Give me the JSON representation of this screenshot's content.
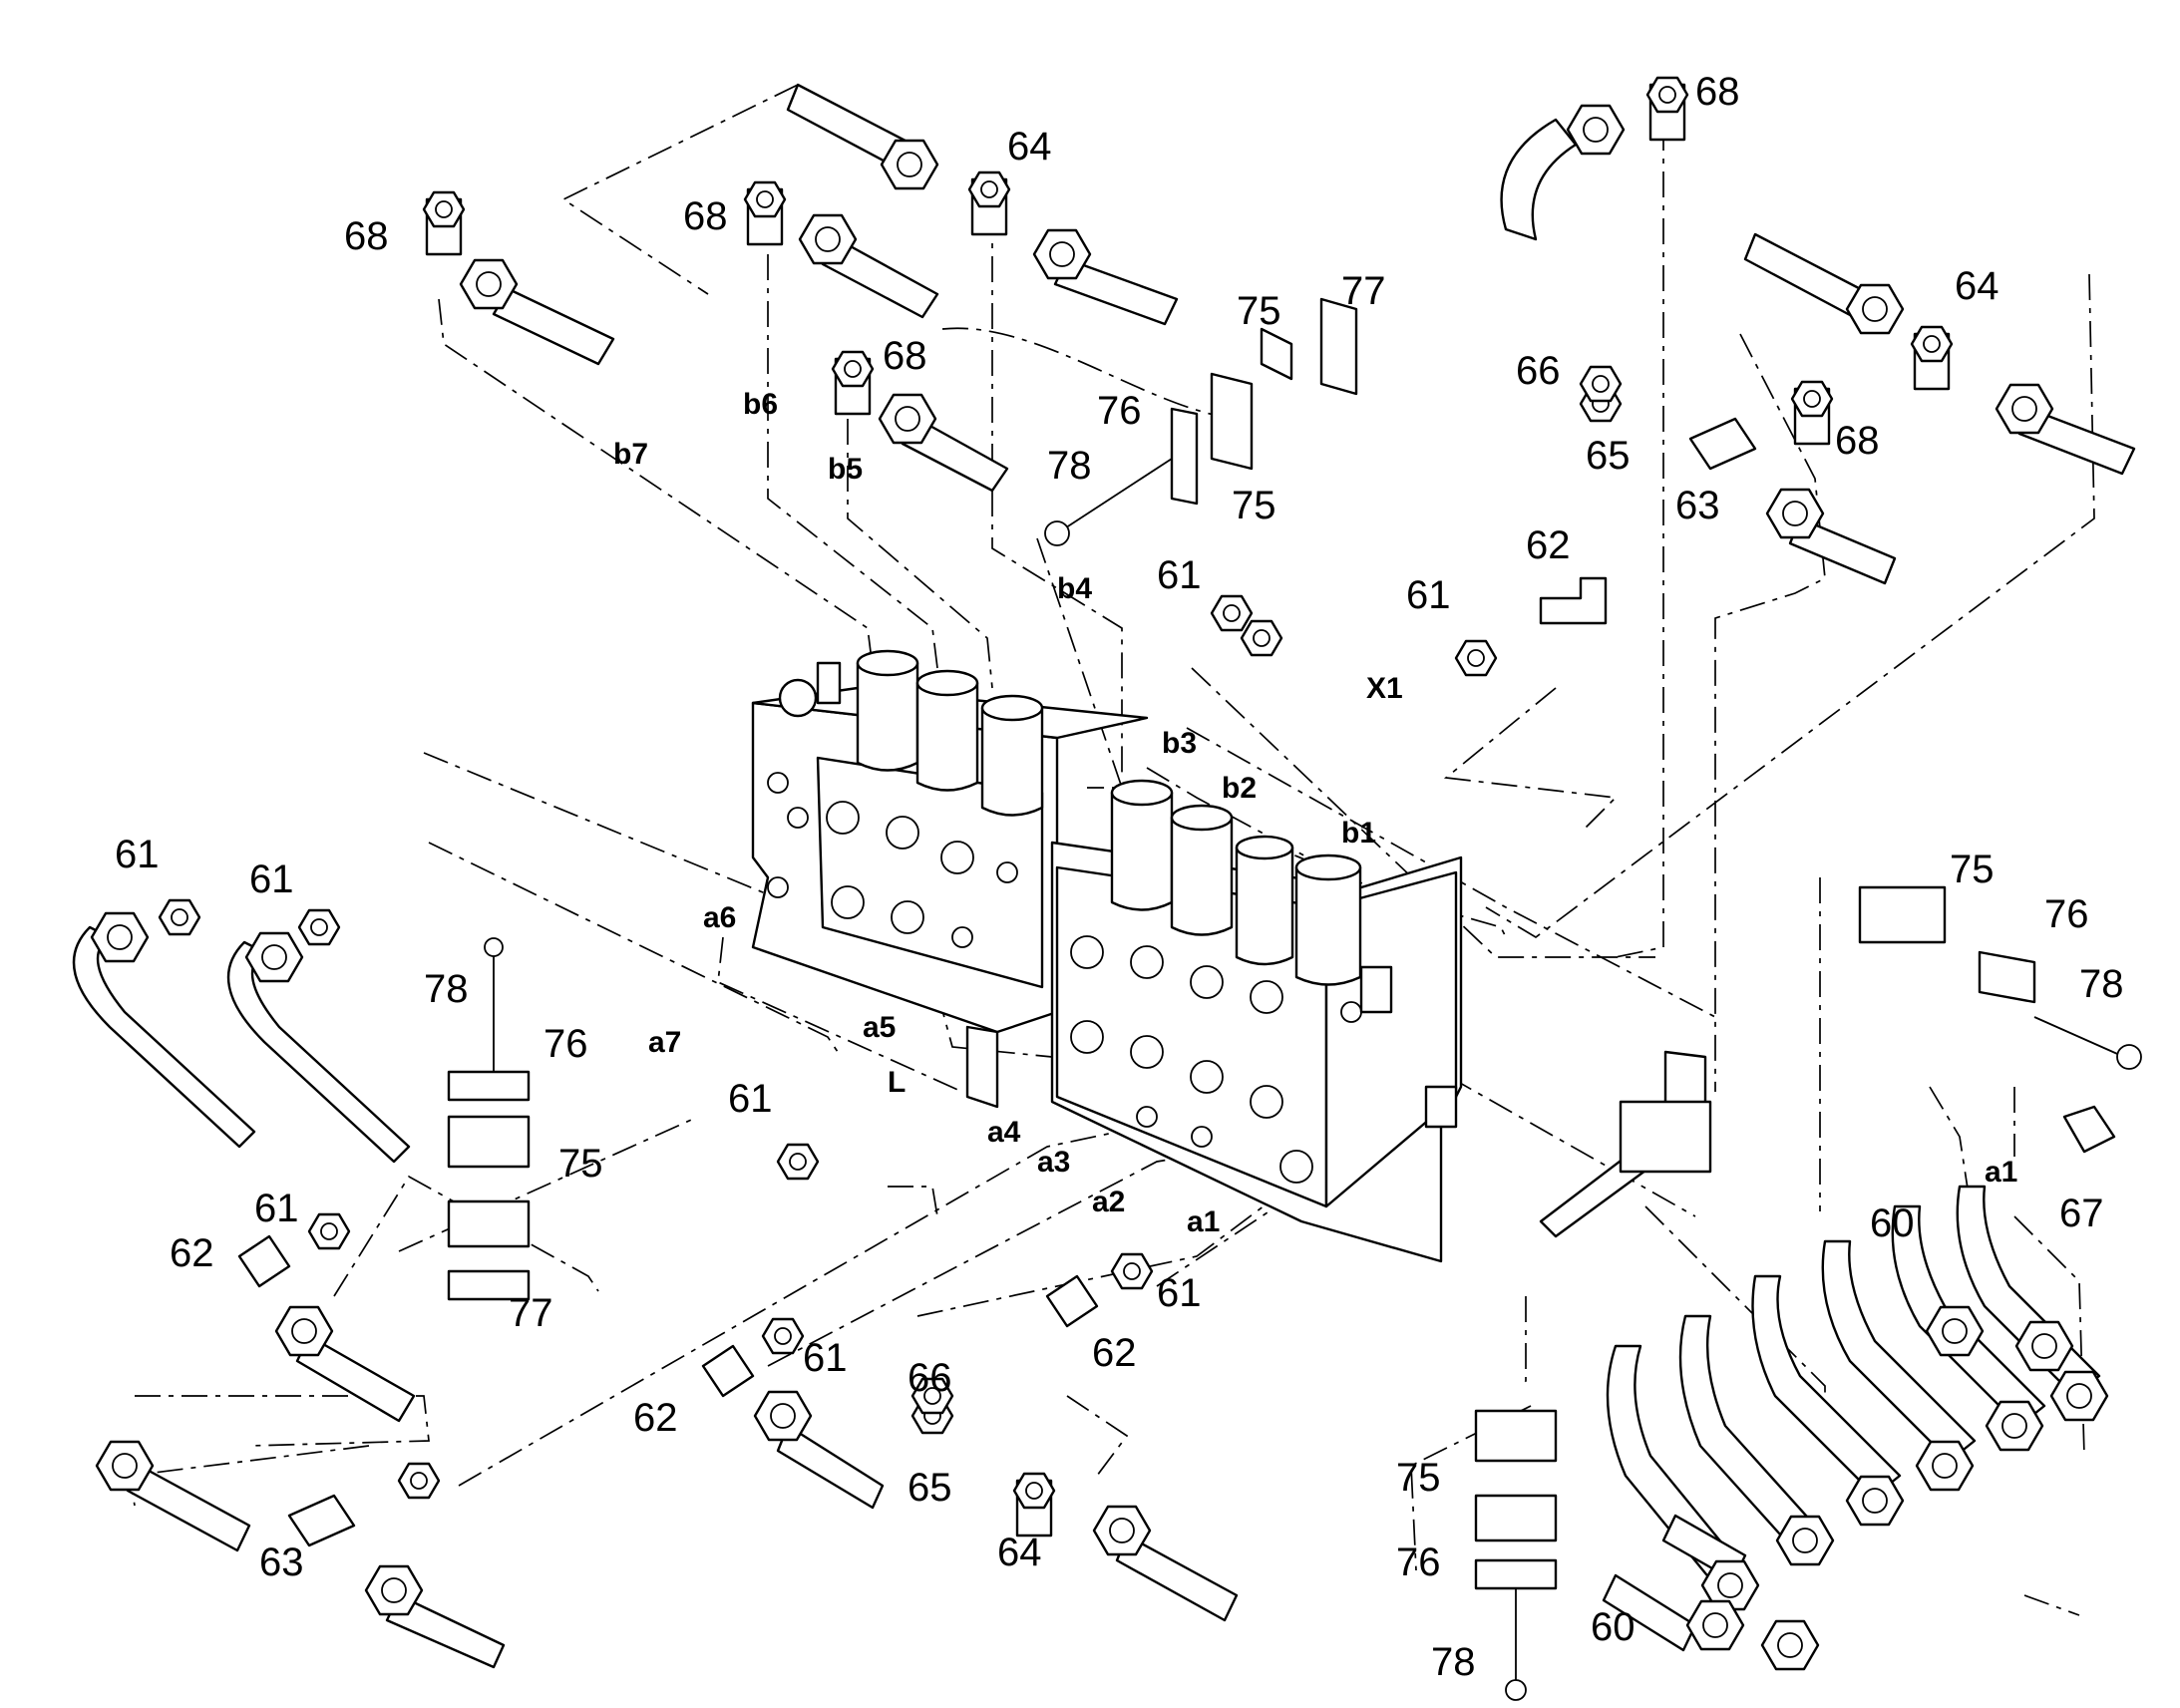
{
  "figure": {
    "style_colors": {
      "line": "#000000",
      "background": "#ffffff"
    },
    "part_numbers": [
      "68",
      "64",
      "68",
      "68",
      "68",
      "68",
      "68",
      "64",
      "66",
      "65",
      "63",
      "75",
      "77",
      "76",
      "78",
      "75",
      "61",
      "62",
      "61",
      "61",
      "61",
      "78",
      "76",
      "75",
      "61",
      "62",
      "77",
      "61",
      "62",
      "61",
      "62",
      "61",
      "63",
      "66",
      "65",
      "64",
      "60",
      "60",
      "75",
      "76",
      "78",
      "75",
      "76",
      "78",
      "67"
    ],
    "port_codes": [
      "b7",
      "b6",
      "b5",
      "b4",
      "b3",
      "b2",
      "b1",
      "X1",
      "a6",
      "a7",
      "a5",
      "L",
      "a4",
      "a3",
      "a2",
      "a1",
      "a1"
    ]
  }
}
